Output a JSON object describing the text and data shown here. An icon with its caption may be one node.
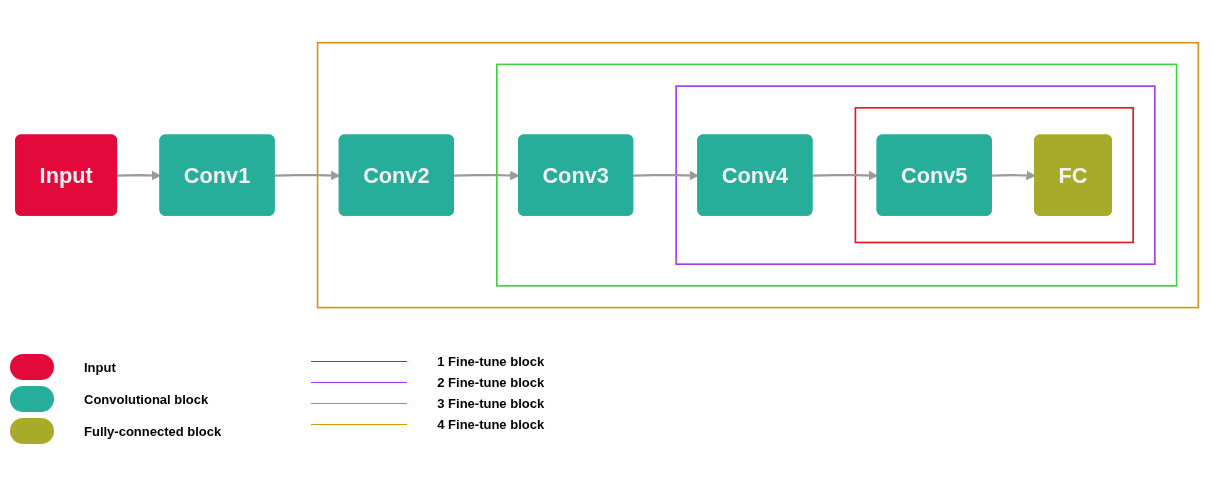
{
  "diagram": {
    "nodes": [
      {
        "text": [
          "Input"
        ]
      },
      {
        "text": [
          "Conv1"
        ]
      },
      {
        "text": [],
        "shape": "box"
      },
      {
        "text": [
          "Conv2"
        ],
        "in": 2
      },
      {
        "text": [],
        "shape": "box",
        "in": 2
      },
      {
        "text": [
          "Conv3"
        ],
        "in": 4
      },
      {
        "text": [],
        "shape": "box",
        "in": 4
      },
      {
        "text": [
          "Conv4"
        ],
        "in": 6
      },
      {
        "text": [],
        "shape": "box",
        "in": 6
      },
      {
        "text": [
          "Conv5"
        ],
        "in": 8
      },
      {
        "text": [
          "FC"
        ],
        "in": 8
      }
    ],
    "edges": [
      {
        "from": 0,
        "to": 1,
        "arrow": "to"
      },
      {
        "from": 1,
        "to": 3,
        "arrow": "to"
      },
      {
        "from": 3,
        "to": 5,
        "arrow": "to"
      },
      {
        "from": 5,
        "to": 7,
        "arrow": "to"
      },
      {
        "from": 7,
        "to": 9,
        "arrow": "to"
      },
      {
        "from": 9,
        "to": 10,
        "arrow": "to"
      }
    ],
    "legend": [
      {
        "text": "Input",
        "color": "#e4093b"
      },
      {
        "text": "Convolutional block",
        "color": "#26ae9a"
      },
      {
        "text": "Fully-connected block",
        "color": "#a8ab29"
      },
      {
        "text": "1 Fine-tune block"
      },
      {
        "text": "2 Fine-tune block"
      },
      {
        "text": "3 Fine-tune block"
      },
      {
        "text": "4 Fine-tune block"
      }
    ]
  }
}
